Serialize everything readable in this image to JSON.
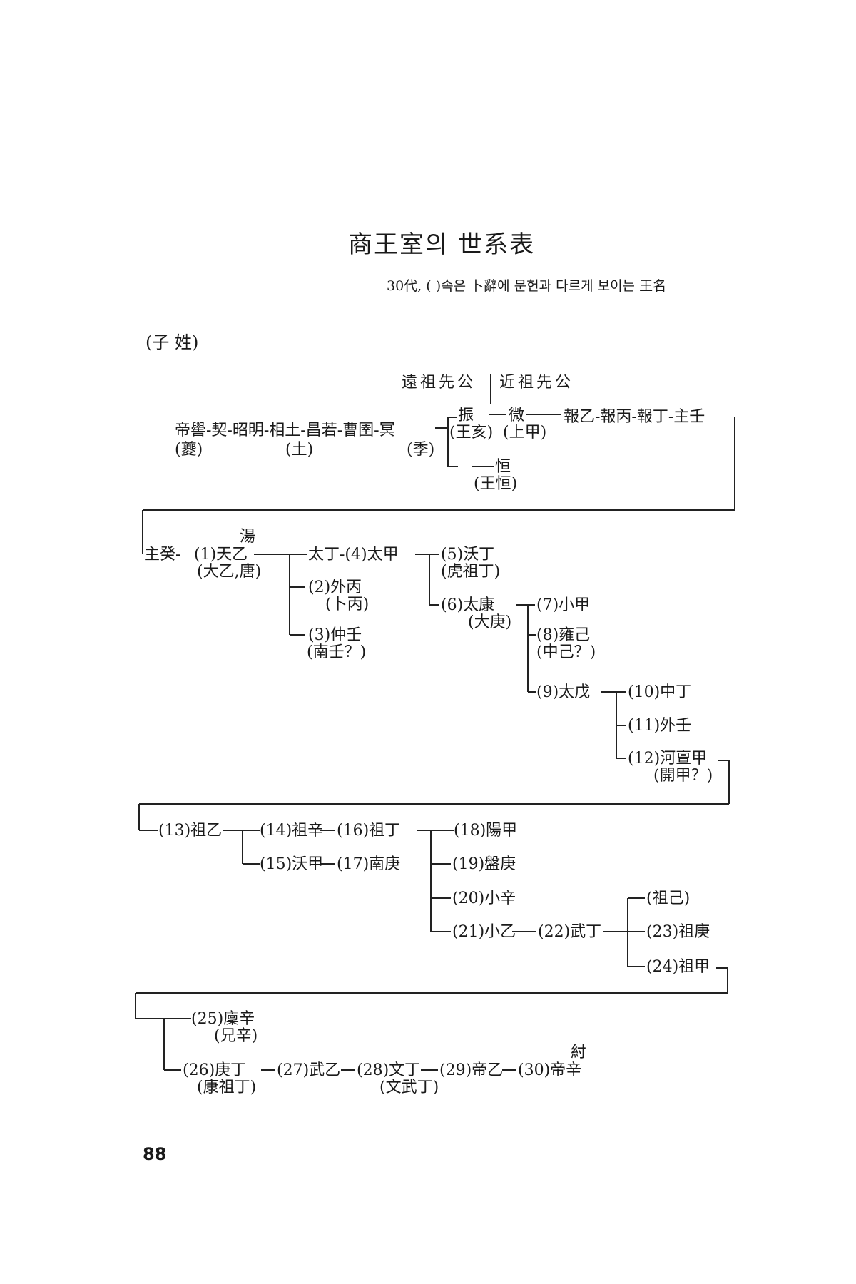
{
  "title": "商王室의 世系表",
  "subtitle": "30代, ( )속은 卜辭에 문헌과 다르게 보이는 王名",
  "clan": "(子 姓)",
  "header": {
    "left": "遠祖先公",
    "right": "近祖先公"
  },
  "page_number": "88",
  "row1": {
    "chain": "帝嚳-契-昭明-相土-昌若-曹圉-冥",
    "alt_diku": "(夔)",
    "alt_xiangtu": "(土)",
    "alt_ming": "(季)",
    "zhen": "振",
    "zhen_alt": "(王亥)",
    "wei": "微",
    "wei_alt": "(上甲)",
    "bao_chain": "報乙-報丙-報丁-主壬",
    "heng": "恒",
    "heng_alt": "(王恒)"
  },
  "row2": {
    "zhugui": "主癸-",
    "tang": "湯",
    "k1": "(1)天乙",
    "k1_alt": "(大乙,唐)",
    "taiding": "太丁",
    "k4": "-(4)太甲",
    "k2": "(2)外丙",
    "k2_alt": "(卜丙)",
    "k3": "(3)仲壬",
    "k3_alt": "(南壬？)",
    "k5": "(5)沃丁",
    "k5_alt": "(虎祖丁)",
    "k6": "(6)太康",
    "k6_alt": "(大庚)",
    "k7": "(7)小甲",
    "k8": "(8)雍己",
    "k8_alt": "(中己？)",
    "k9": "(9)太戊",
    "k10": "(10)中丁",
    "k11": "(11)外壬",
    "k12": "(12)河亶甲",
    "k12_alt": "(開甲？)"
  },
  "row3": {
    "k13": "(13)祖乙",
    "k14": "(14)祖辛",
    "k16": "(16)祖丁",
    "k15": "(15)沃甲",
    "k17": "(17)南庚",
    "k18": "(18)陽甲",
    "k19": "(19)盤庚",
    "k20": "(20)小辛",
    "k21": "(21)小乙",
    "k22": "(22)武丁",
    "zuji": "(祖己)",
    "k23": "(23)祖庚",
    "k24": "(24)祖甲"
  },
  "row4": {
    "k25": "(25)廩辛",
    "k25_alt": "(兄辛)",
    "k26": "(26)庚丁",
    "k26_alt": "(康祖丁)",
    "k27": "(27)武乙",
    "k28": "(28)文丁",
    "k28_alt": "(文武丁)",
    "k29": "(29)帝乙",
    "k30": "(30)帝辛",
    "zhou": "紂"
  }
}
